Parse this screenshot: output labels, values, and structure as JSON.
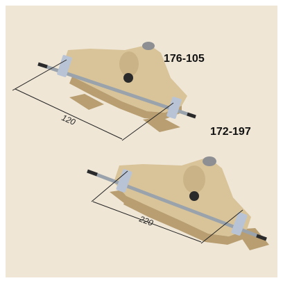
{
  "products": [
    {
      "model": "176-105",
      "dimension": "120"
    },
    {
      "model": "172-197",
      "dimension": "220"
    }
  ],
  "colors": {
    "background": "#efe6d6",
    "body": "#d9c49a",
    "body_shadow": "#b89e70",
    "rod": "#9aa3ab",
    "rod_dark": "#2a2a2a",
    "clamp": "#b8c4d6"
  },
  "icons": [
    "measuring-stand",
    "measuring-rod",
    "clamp-knob"
  ]
}
